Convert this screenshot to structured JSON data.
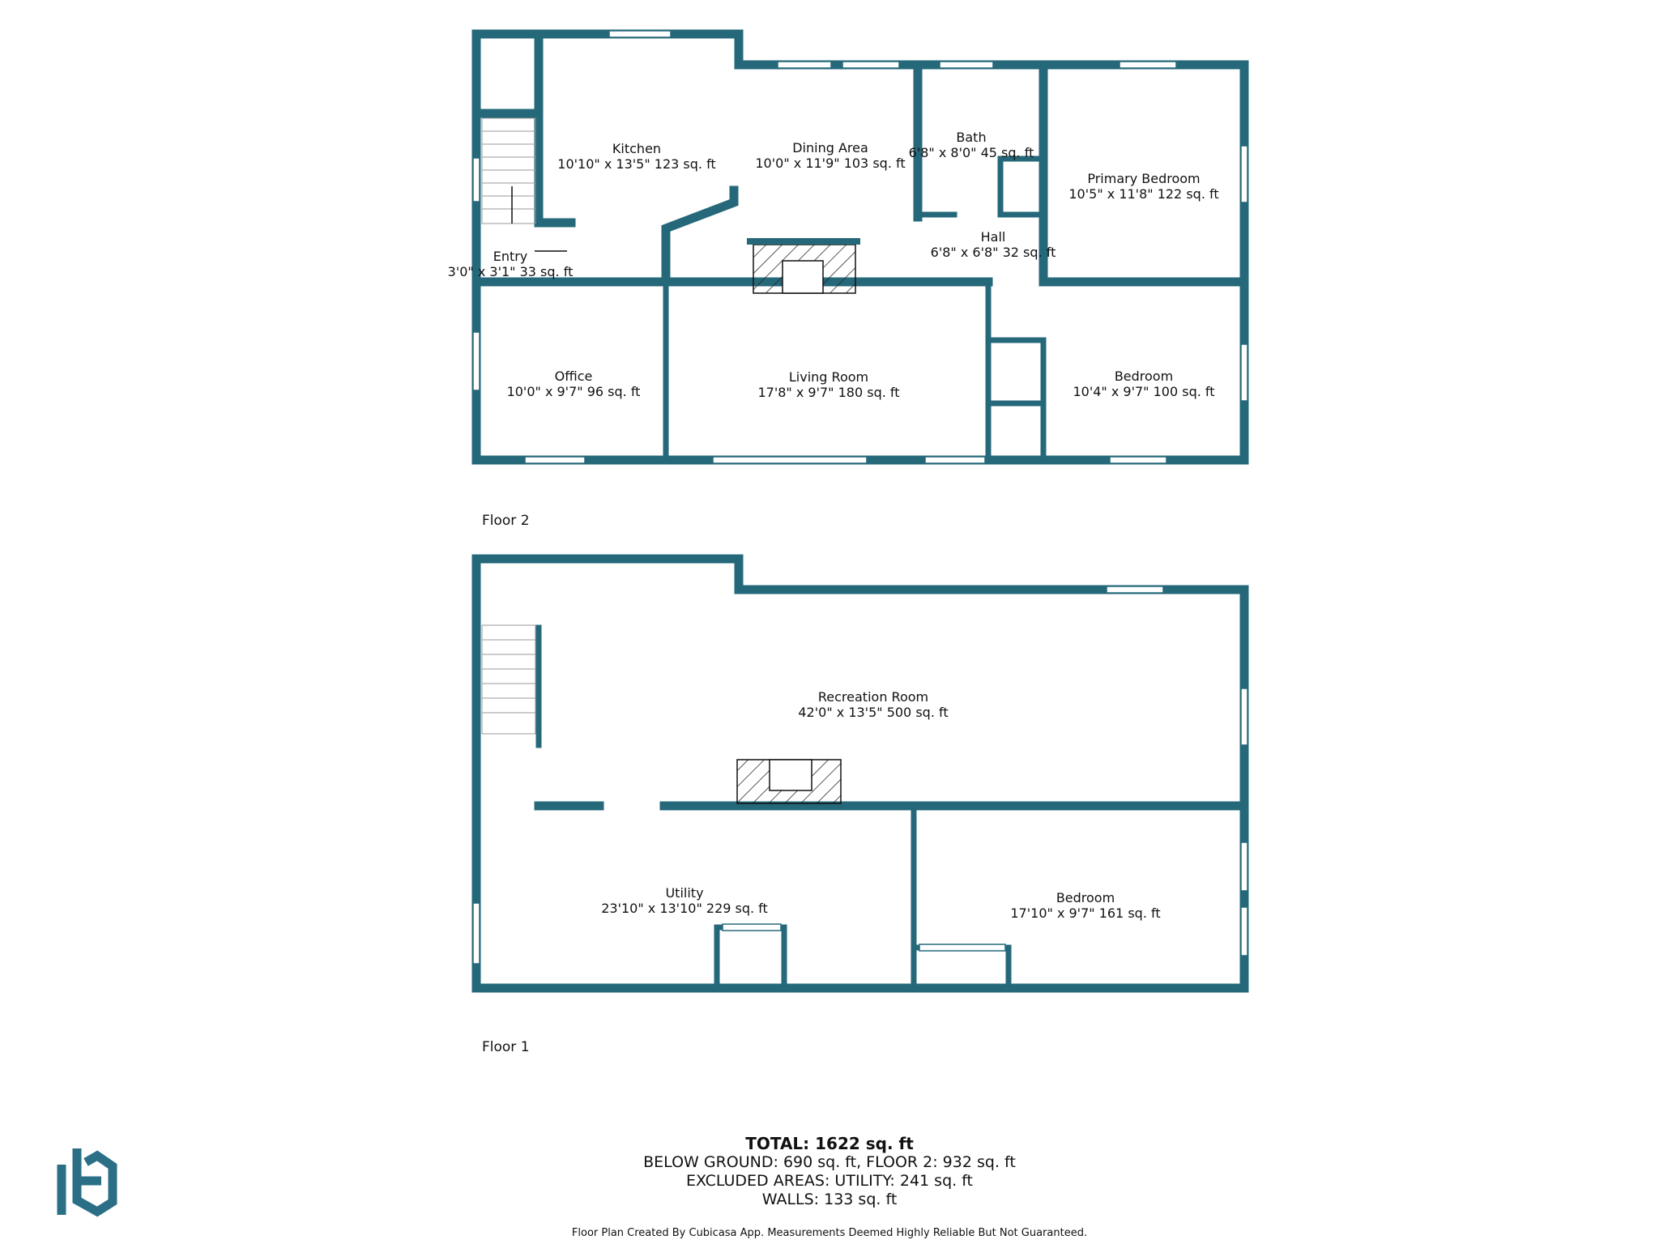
{
  "colors": {
    "wall": "#25687a",
    "window": "#ffffff",
    "hatch": "#222222",
    "text": "#111111",
    "logo": "#2b6f87"
  },
  "floor2": {
    "label": "Floor 2",
    "rooms": {
      "kitchen": {
        "name": "Kitchen",
        "dim": "10'10\" x 13'5\" 123 sq. ft"
      },
      "dining": {
        "name": "Dining Area",
        "dim": "10'0\" x 11'9\" 103 sq. ft"
      },
      "bath": {
        "name": "Bath",
        "dim": "6'8\" x 8'0\" 45 sq. ft"
      },
      "primary": {
        "name": "Primary Bedroom",
        "dim": "10'5\" x 11'8\" 122 sq. ft"
      },
      "hall": {
        "name": "Hall",
        "dim": "6'8\" x 6'8\" 32 sq. ft"
      },
      "entry": {
        "name": "Entry",
        "dim": "3'0\" x 3'1\" 33 sq. ft"
      },
      "office": {
        "name": "Office",
        "dim": "10'0\" x 9'7\" 96 sq. ft"
      },
      "living": {
        "name": "Living Room",
        "dim": "17'8\" x 9'7\" 180 sq. ft"
      },
      "bedroom": {
        "name": "Bedroom",
        "dim": "10'4\" x 9'7\" 100 sq. ft"
      }
    }
  },
  "floor1": {
    "label": "Floor 1",
    "rooms": {
      "recreation": {
        "name": "Recreation Room",
        "dim": "42'0\" x 13'5\" 500 sq. ft"
      },
      "utility": {
        "name": "Utility",
        "dim": "23'10\" x 13'10\" 229 sq. ft"
      },
      "bedroom": {
        "name": "Bedroom",
        "dim": "17'10\" x 9'7\" 161 sq. ft"
      }
    }
  },
  "summary": {
    "total": "TOTAL: 1622 sq. ft",
    "below": "BELOW GROUND: 690 sq. ft, FLOOR 2: 932 sq. ft",
    "excluded": "EXCLUDED AREAS: UTILITY: 241 sq. ft",
    "walls": "WALLS: 133 sq. ft"
  },
  "footer": "Floor Plan Created By Cubicasa App. Measurements Deemed Highly Reliable But Not Guaranteed.",
  "logo_icon": "house-h-logo-icon"
}
